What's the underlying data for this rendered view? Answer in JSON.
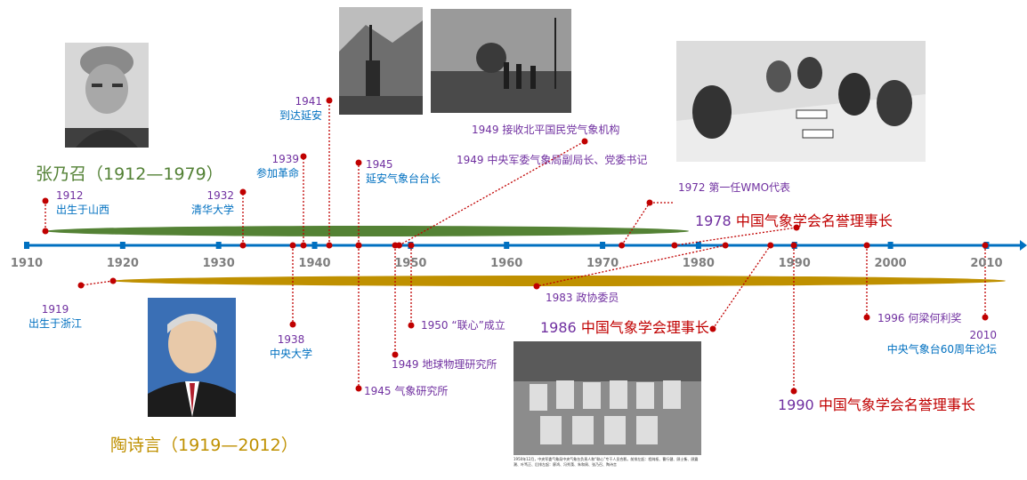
{
  "persons": {
    "zhang": {
      "name": "张乃召（1912—1979）",
      "color": "#538135"
    },
    "tao": {
      "name": "陶诗言（1919—2012）",
      "color": "#bf9000"
    }
  },
  "axis": {
    "start_year": 1910,
    "end_year": 2012,
    "ticks": [
      "1910",
      "1920",
      "1930",
      "1940",
      "1950",
      "1960",
      "1970",
      "1980",
      "1990",
      "2000",
      "2010"
    ],
    "color": "#0070c0"
  },
  "lifespans": {
    "zhang": {
      "from": 1912,
      "to": 1979,
      "color": "#548235"
    },
    "tao": {
      "from": 1919,
      "to": 2012,
      "color": "#bf9000"
    }
  },
  "events": {
    "zhang_1912": {
      "year_text": "1912",
      "text": "出生于山西"
    },
    "zhang_1932": {
      "year_text": "1932",
      "text": "清华大学"
    },
    "zhang_1939": {
      "year_text": "1939",
      "text": "参加革命"
    },
    "zhang_1941": {
      "year_text": "1941",
      "text": "到达延安"
    },
    "zhang_1945": {
      "year_text": "1945",
      "text": "延安气象台台长"
    },
    "zhang_1949a": {
      "text": "1949 接收北平国民党气象机构"
    },
    "zhang_1949b": {
      "text": "1949 中央军委气象局副局长、党委书记"
    },
    "zhang_1972": {
      "text": "1972 第一任WMO代表"
    },
    "zhang_1978": {
      "year_text": "1978",
      "text": "中国气象学会名誉理事长"
    },
    "tao_1919": {
      "year_text": "1919",
      "text": "出生于浙江"
    },
    "tao_1938": {
      "year_text": "1938",
      "text": "中央大学"
    },
    "tao_1945": {
      "text": "1945 气象研究所"
    },
    "tao_1949": {
      "text": "1949 地球物理研究所"
    },
    "tao_1950": {
      "text": "1950 “联心”成立"
    },
    "tao_1983": {
      "text": "1983 政协委员"
    },
    "tao_1986": {
      "year_text": "1986",
      "text": "中国气象学会理事长"
    },
    "tao_1990": {
      "year_text": "1990",
      "text": "中国气象学会名誉理事长"
    },
    "tao_1996": {
      "text": "1996 何梁何利奖"
    },
    "tao_2010": {
      "year_text": "2010",
      "text": "中央气象台60周年论坛"
    }
  },
  "photo_caption": "1950年12月，中央军委气象局中央气象台负责人和“联心”专干人员合影。前排左起：程纯枢、曹行健、顾士衡、顾震潮、叶笃正、后排左起：廖鸿、冯秀藻、朱和周、张乃召、陶诗言"
}
